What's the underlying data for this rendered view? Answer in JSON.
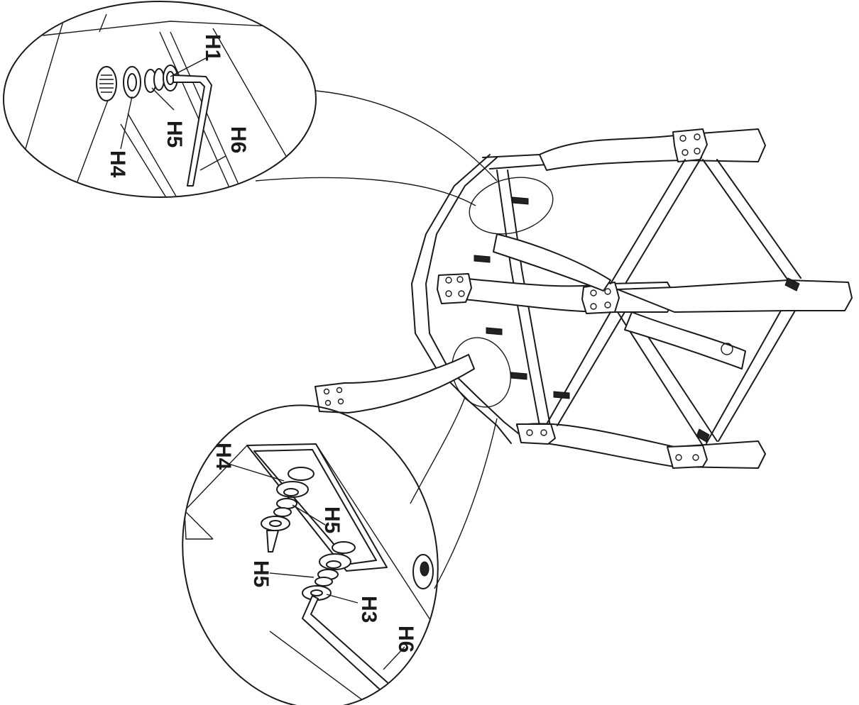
{
  "detail_top": {
    "labels": {
      "h1": "H1",
      "h5": "H5",
      "h4": "H4",
      "h6": "H6"
    }
  },
  "detail_bottom": {
    "labels": {
      "h4": "H4",
      "h5_upper": "H5",
      "h5_lower": "H5",
      "h3": "H3",
      "h6": "H6"
    }
  },
  "colors": {
    "line": "#1a1a1a",
    "background": "#ffffff"
  }
}
